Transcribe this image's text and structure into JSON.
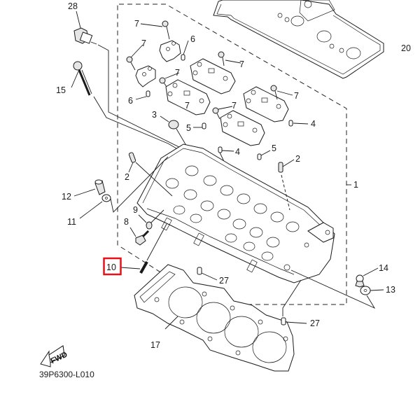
{
  "diagram": {
    "title": "Cylinder Head Exploded Parts Diagram",
    "diagram_code": "39P6300-L010",
    "direction_indicator": "FWD",
    "highlight_color": "#e8101a",
    "highlighted_callout": "10",
    "assembly_bracket_label": "1",
    "callouts": [
      {
        "id": "c28",
        "label": "28",
        "part": "bolt-fitting"
      },
      {
        "id": "c15",
        "label": "15",
        "part": "long-bolt"
      },
      {
        "id": "c7a",
        "label": "7",
        "part": "bolt"
      },
      {
        "id": "c6a",
        "label": "6",
        "part": "dowel-pin"
      },
      {
        "id": "c7b",
        "label": "7",
        "part": "bolt"
      },
      {
        "id": "c6b",
        "label": "6",
        "part": "dowel-pin"
      },
      {
        "id": "c7c",
        "label": "7",
        "part": "bolt"
      },
      {
        "id": "c7d",
        "label": "7",
        "part": "bolt"
      },
      {
        "id": "c7e",
        "label": "7",
        "part": "bolt"
      },
      {
        "id": "c7f",
        "label": "7",
        "part": "bolt"
      },
      {
        "id": "c7g",
        "label": "7",
        "part": "bolt"
      },
      {
        "id": "c3",
        "label": "3",
        "part": "plug"
      },
      {
        "id": "c5a",
        "label": "5",
        "part": "dowel-pin"
      },
      {
        "id": "c5b",
        "label": "5",
        "part": "dowel-pin"
      },
      {
        "id": "c4a",
        "label": "4",
        "part": "dowel-pin"
      },
      {
        "id": "c4b",
        "label": "4",
        "part": "dowel-pin"
      },
      {
        "id": "c20",
        "label": "20",
        "part": "head-cover-gasket"
      },
      {
        "id": "c2a",
        "label": "2",
        "part": "stud-bolt"
      },
      {
        "id": "c2b",
        "label": "2",
        "part": "stud-bolt"
      },
      {
        "id": "c1",
        "label": "1",
        "part": "cylinder-head-assy"
      },
      {
        "id": "c12",
        "label": "12",
        "part": "cap"
      },
      {
        "id": "c11",
        "label": "11",
        "part": "washer"
      },
      {
        "id": "c9",
        "label": "9",
        "part": "washer"
      },
      {
        "id": "c8",
        "label": "8",
        "part": "bolt"
      },
      {
        "id": "c10",
        "label": "10",
        "part": "stud-bolt"
      },
      {
        "id": "c27a",
        "label": "27",
        "part": "dowel-pin"
      },
      {
        "id": "c27b",
        "label": "27",
        "part": "dowel-pin"
      },
      {
        "id": "c14",
        "label": "14",
        "part": "nut"
      },
      {
        "id": "c13",
        "label": "13",
        "part": "washer"
      },
      {
        "id": "c17",
        "label": "17",
        "part": "cylinder-head-gasket"
      }
    ]
  }
}
